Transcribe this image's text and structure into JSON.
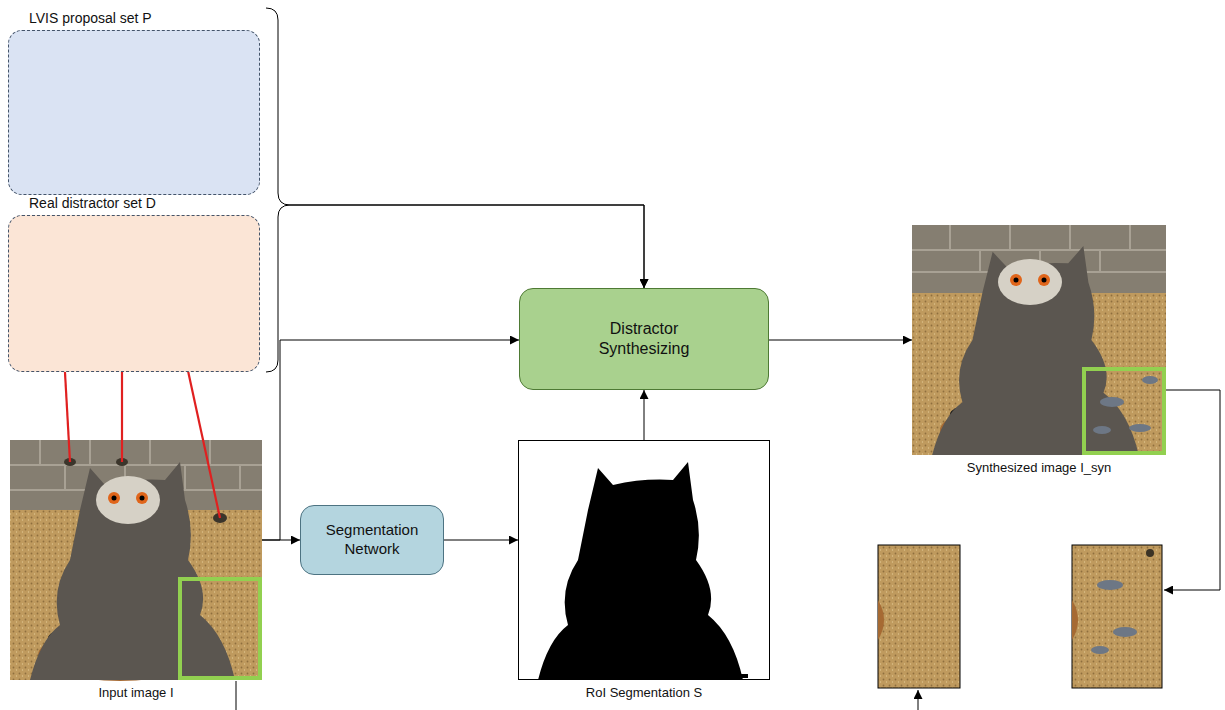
{
  "diagram": {
    "nodes": [
      {
        "text": [
          "LVIS proposal set P"
        ]
      },
      {
        "text": [
          "Real distractor set D"
        ]
      },
      {
        "text": [
          "Distractor Synthesizing"
        ]
      },
      {
        "text": [
          "Input image I"
        ]
      },
      {
        "text": [
          "Segmentation Network"
        ]
      },
      {
        "text": [
          "RoI Segmentation S"
        ]
      },
      {
        "text": [
          "Synthesized image I_syn"
        ]
      }
    ],
    "edges": [
      {
        "from": 0,
        "to": 2,
        "arrow": "to"
      },
      {
        "from": 1,
        "to": 2,
        "arrow": "to"
      },
      {
        "from": 3,
        "to": 2,
        "arrow": "to"
      },
      {
        "from": 3,
        "to": 4,
        "arrow": "to"
      },
      {
        "from": 4,
        "to": 5,
        "arrow": "to"
      },
      {
        "from": 5,
        "to": 2,
        "arrow": "to"
      },
      {
        "from": 2,
        "to": 6,
        "arrow": "to"
      },
      {
        "from": 3,
        "to": 1,
        "arrow": "to"
      },
      {
        "from": 3,
        "to": 1,
        "arrow": "to"
      },
      {
        "from": 3,
        "to": 1,
        "arrow": "to"
      }
    ]
  }
}
